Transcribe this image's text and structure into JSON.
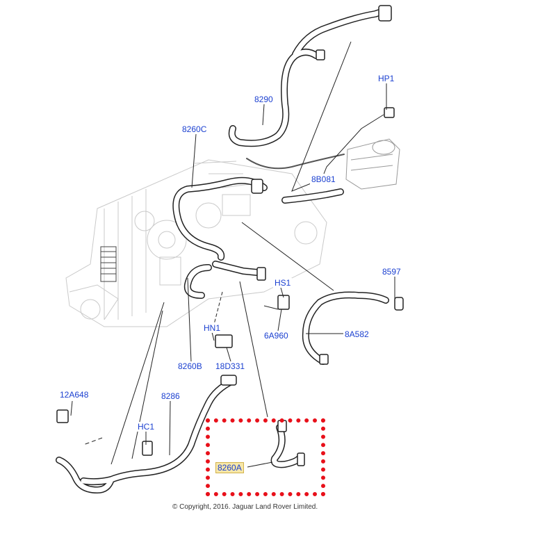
{
  "callouts": {
    "c8290": "8290",
    "hp1": "HP1",
    "c8260c": "8260C",
    "c8b081": "8B081",
    "c8597": "8597",
    "hs1": "HS1",
    "c6a960": "6A960",
    "c8a582": "8A582",
    "hn1": "HN1",
    "c8260b": "8260B",
    "c18d331": "18D331",
    "c12a648": "12A648",
    "c8286": "8286",
    "hc1": "HC1",
    "c8260a": "8260A"
  },
  "copyright": "© Copyright, 2016. Jaguar Land Rover Limited.",
  "colors": {
    "callout_text": "#1a3fd0",
    "highlight_box": "#e8101a",
    "highlight_label_bg": "#f7e7a8",
    "line_art": "#222222"
  }
}
